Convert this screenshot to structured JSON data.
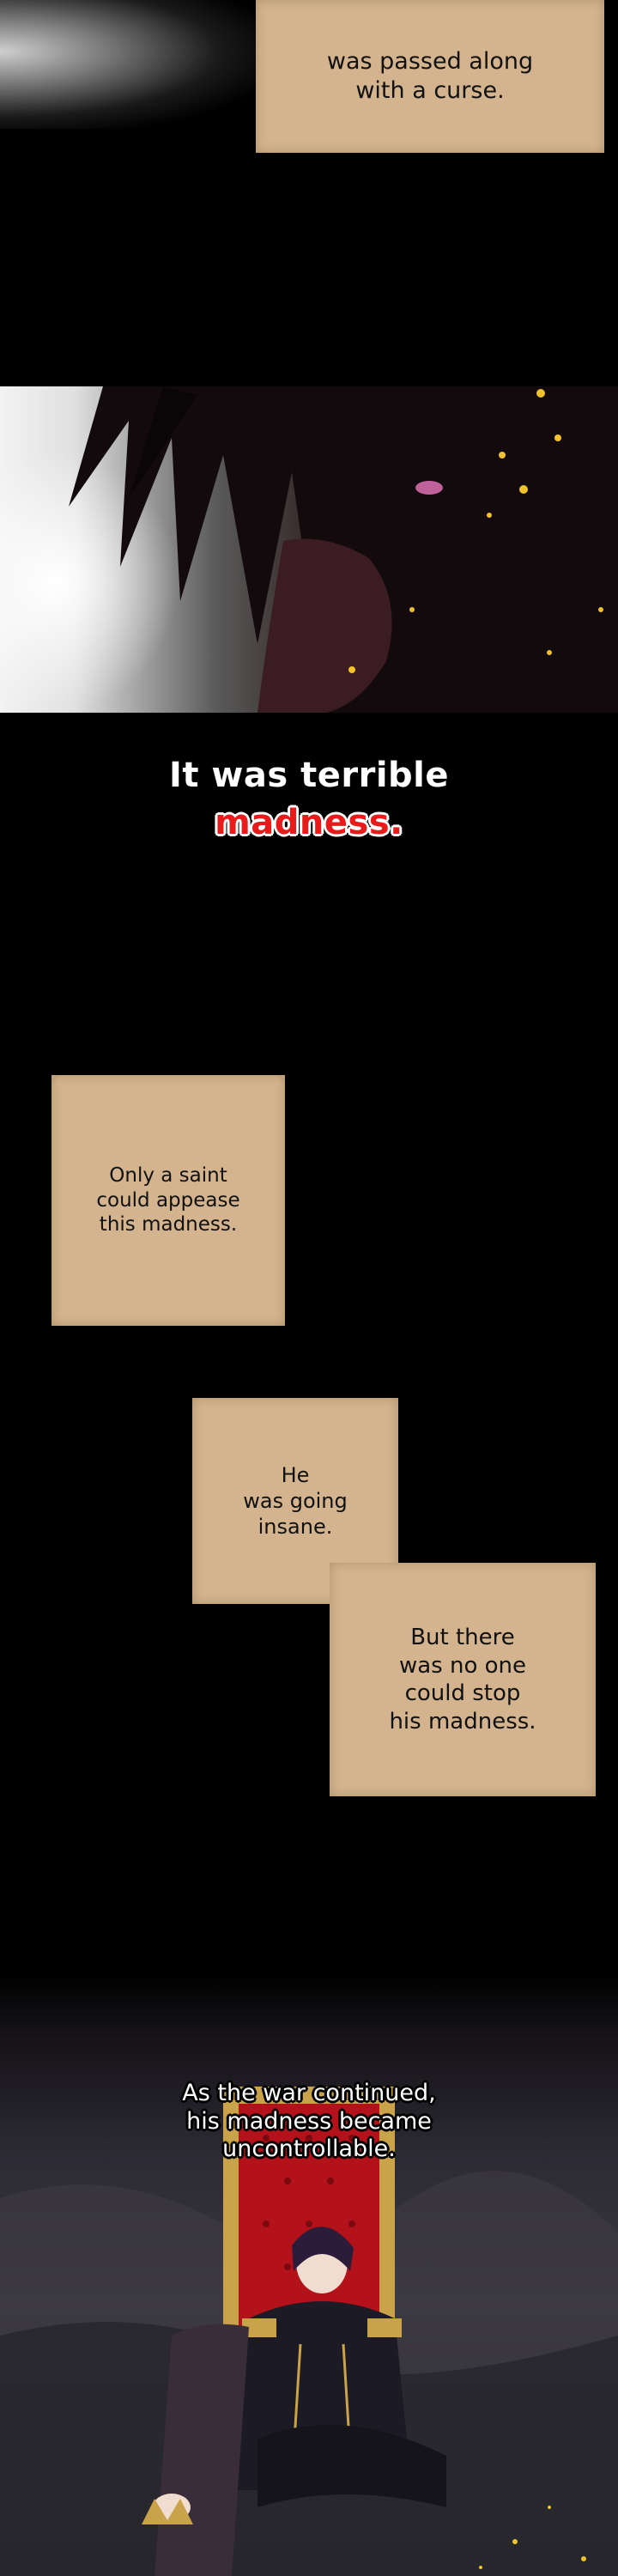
{
  "captions": {
    "curse": "was passed along\nwith a curse.",
    "saint": "Only a saint\ncould appease\nthis madness.",
    "insane": "He\nwas going\ninsane.",
    "no_one": "But there\nwas no one\ncould stop\nhis madness.",
    "war": "As the war continued,\nhis madness became\nuncontrollable."
  },
  "title": {
    "line1": "It was terrible",
    "line2": "madness."
  },
  "colors": {
    "caption_bg": "#d3b48e",
    "accent_red": "#e81b1b",
    "throne_red": "#b3121b",
    "gold": "#c9a34a"
  }
}
